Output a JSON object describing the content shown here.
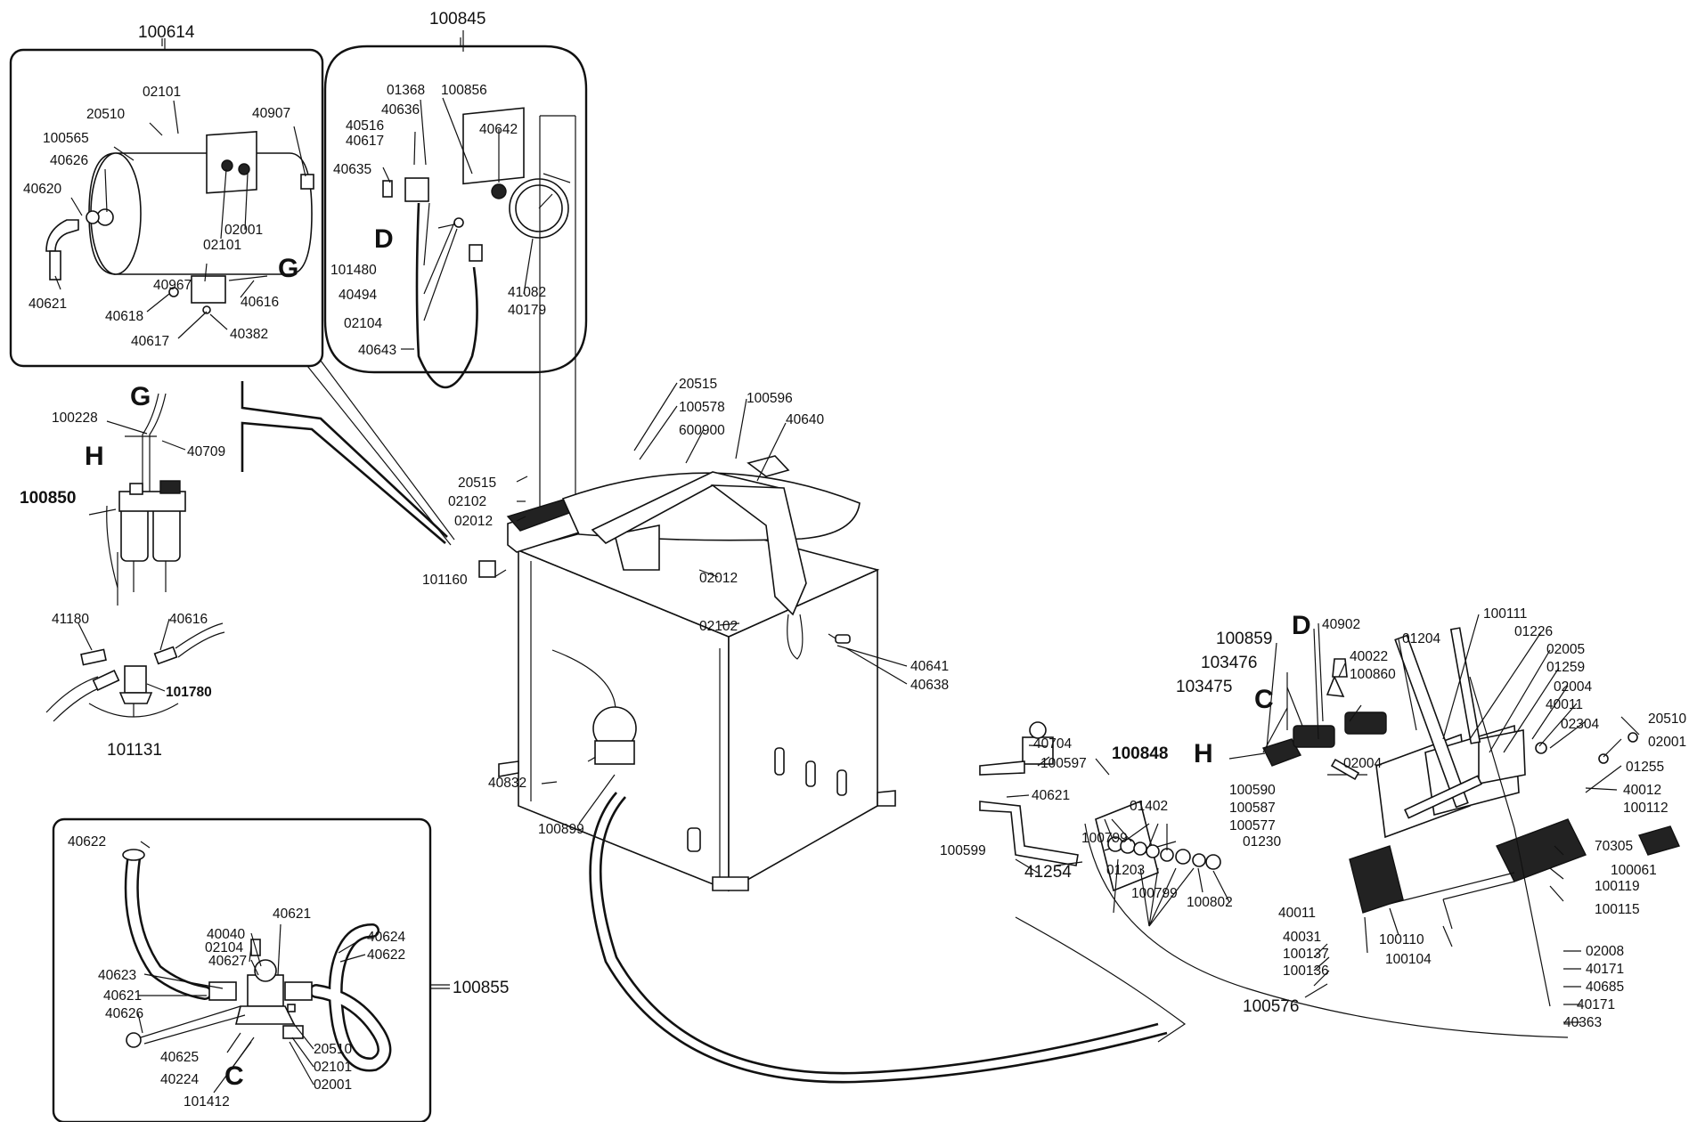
{
  "assemblies": {
    "a100614": "100614",
    "a100845": "100845",
    "a100850": "100850",
    "a100855": "100855",
    "a100848": "100848",
    "a100576": "100576",
    "a101131": "101131",
    "a101780": "101780"
  },
  "letters": {
    "G1": "G",
    "G2": "G",
    "H1": "H",
    "H2": "H",
    "D1": "D",
    "D2": "D",
    "C1": "C",
    "C2": "C"
  },
  "parts": {
    "p02101a": "02101",
    "p20510a": "20510",
    "p100565": "100565",
    "p40626a": "40626",
    "p40620": "40620",
    "p40907": "40907",
    "p02101b": "02101",
    "p02001a": "02001",
    "p40967": "40967",
    "p40616a": "40616",
    "p40618": "40618",
    "p40621a": "40621",
    "p40617a": "40617",
    "p40382": "40382",
    "p01368": "01368",
    "p100856": "100856",
    "p40516": "40516",
    "p40636": "40636",
    "p40617b": "40617",
    "p40635": "40635",
    "p40642": "40642",
    "p101480": "101480",
    "p40494": "40494",
    "p02104a": "02104",
    "p41082": "41082",
    "p40179": "40179",
    "p40643": "40643",
    "p100228": "100228",
    "p40709": "40709",
    "p41180": "41180",
    "p40616b": "40616",
    "p20515a": "20515",
    "p100578": "100578",
    "p100596": "100596",
    "p600900": "600900",
    "p40640": "40640",
    "p20515b": "20515",
    "p02102a": "02102",
    "p02012a": "02012",
    "p101160": "101160",
    "p02012b": "02012",
    "p02102b": "02102",
    "p40641": "40641",
    "p40638": "40638",
    "p40832": "40832",
    "p100899": "100899",
    "p40622a": "40622",
    "p40040": "40040",
    "p02104b": "02104",
    "p40627": "40627",
    "p40621b": "40621",
    "p40624": "40624",
    "p40622b": "40622",
    "p40623": "40623",
    "p40621c": "40621",
    "p40626b": "40626",
    "p40625": "40625",
    "p40224": "40224",
    "p101412": "101412",
    "p20510b": "20510",
    "p02101c": "02101",
    "p02001b": "02001",
    "p100859": "100859",
    "p103476": "103476",
    "p103475": "103475",
    "p40902": "40902",
    "p40022": "40022",
    "p100860": "100860",
    "p01204": "01204",
    "p100111": "100111",
    "p01226": "01226",
    "p02005": "02005",
    "p01259": "01259",
    "p02004a": "02004",
    "p40011a": "40011",
    "p02304": "02304",
    "p20510c": "20510",
    "p02001c": "02001",
    "p01255": "01255",
    "p40012": "40012",
    "p100112": "100112",
    "p40704": "40704",
    "p100597": "100597",
    "p40621d": "40621",
    "p100590": "100590",
    "p100587": "100587",
    "p100577": "100577",
    "p02004b": "02004",
    "p01230": "01230",
    "p01402": "01402",
    "p100799a": "100799",
    "p01203": "01203",
    "p100799b": "100799",
    "p100802": "100802",
    "p100599": "100599",
    "p41254": "41254",
    "p40011b": "40011",
    "p40031": "40031",
    "p100137": "100137",
    "p100136": "100136",
    "p70305": "70305",
    "p100061": "100061",
    "p100119": "100119",
    "p100115": "100115",
    "p100110": "100110",
    "p100104": "100104",
    "p02008": "02008",
    "p40171a": "40171",
    "p40685": "40685",
    "p40171b": "40171",
    "p40363": "40363"
  }
}
